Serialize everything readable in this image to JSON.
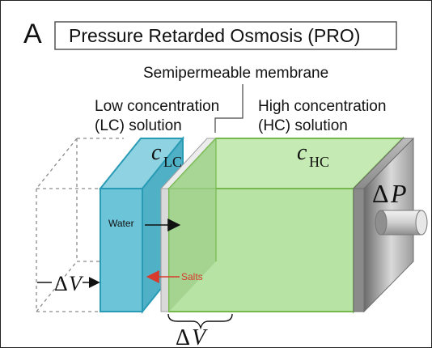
{
  "figure": {
    "panel_letter": "A",
    "title": "Pressure Retarded Osmosis (PRO)",
    "membrane_label": "Semipermeable membrane",
    "low_label_line1": "Low concentration",
    "low_label_line2": "(LC) solution",
    "high_label_line1": "High concentration",
    "high_label_line2": "(HC) solution",
    "c_lc_main": "c",
    "c_lc_sub": "LC",
    "c_hc_main": "c",
    "c_hc_sub": "HC",
    "delta_p_delta": "Δ",
    "delta_p_var": "P",
    "left_dv_delta": "Δ",
    "left_dv_var": "V",
    "bottom_dv_delta": "Δ",
    "bottom_dv_var": "V",
    "water_label": "Water",
    "salts_label": "Salts"
  },
  "colors": {
    "low_fill": "#6cc4d8",
    "low_edge": "#2a9bb5",
    "high_fill": "#b7e3a5",
    "high_edge": "#76b84e",
    "membrane": "#d9d9d9",
    "arrow_red": "#d83a2c"
  }
}
